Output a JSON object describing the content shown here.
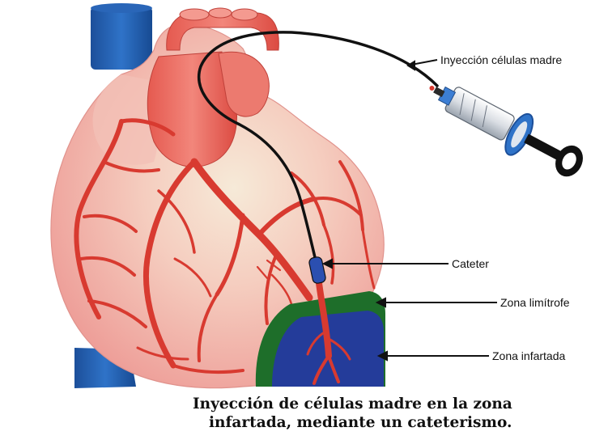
{
  "labels": {
    "injection": "Inyección células madre",
    "catheter": "Cateter",
    "border_zone": "Zona limítrofe",
    "infarct_zone": "Zona infartada"
  },
  "caption": {
    "line1": "Inyección de células madre en la zona",
    "line2": "infartada, mediante un cateterismo."
  },
  "colors": {
    "heart_fill": "#f4b8b4",
    "heart_highlight": "#f7efe2",
    "vessel": "#d83a30",
    "aorta": "#e8675c",
    "vein_blue": "#1f5fb0",
    "border_zone": "#1e6e2a",
    "infarct_zone": "#243c9a",
    "catheter": "#111111",
    "caption_text": "#111111"
  }
}
